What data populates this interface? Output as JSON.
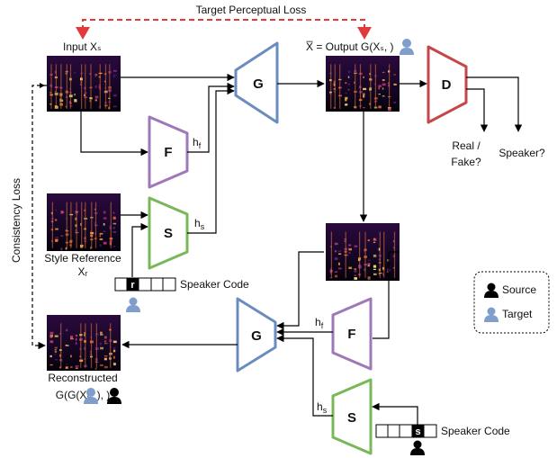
{
  "top_loss_label": "Target Perceptual Loss",
  "consistency_label": "Consistency Loss",
  "input_label": "Input Xₛ",
  "output_label": "X̅ = Output G(Xₛ,     )",
  "style_ref_label_1": "Style Reference",
  "style_ref_label_2": "Xᵣ",
  "reconstructed_label_1": "Reconstructed",
  "reconstructed_label_2": "G(G(Xₛ,     ),     )",
  "speaker_code_label": "Speaker Code",
  "speaker_code_r": "r",
  "speaker_code_s": "s",
  "modules": {
    "g1": "G",
    "f1": "F",
    "s1": "S",
    "d": "D",
    "g2": "G",
    "f2": "F",
    "s2": "S"
  },
  "hf": "h",
  "hf_sub": "f",
  "hs": "h",
  "hs_sub": "s",
  "real_fake_1": "Real /",
  "real_fake_2": "Fake?",
  "speaker_q": "Speaker?",
  "legend": {
    "source": "Source",
    "target": "Target"
  },
  "colors": {
    "generator": "#6b8cbe",
    "feature": "#9e78b8",
    "style": "#79b85a",
    "discriminator": "#c6474a",
    "loss_arrow": "#e03a3a",
    "target_person": "#7f9ecc",
    "source_person": "#000000"
  }
}
